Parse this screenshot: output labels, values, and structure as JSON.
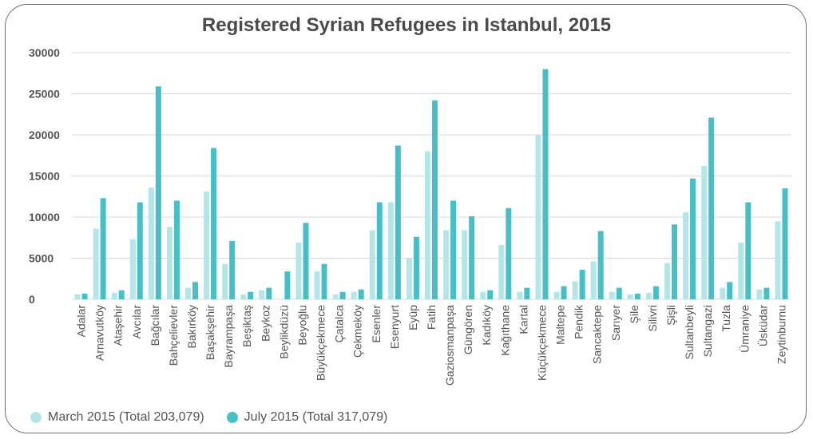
{
  "colors": {
    "march": "#b4e5e8",
    "july": "#47bfc6",
    "grid": "#d9d9d9",
    "text": "#555555"
  },
  "chart_data": {
    "type": "bar",
    "title": "Registered Syrian Refugees in Istanbul, 2015",
    "xlabel": "",
    "ylabel": "",
    "ylim": [
      0,
      30000
    ],
    "yticks": [
      "0",
      "5000",
      "10000",
      "15000",
      "20000",
      "25000",
      "30000"
    ],
    "grid": true,
    "legend_position": "bottom-left",
    "categories": [
      "Adalar",
      "Arnavutköy",
      "Ataşehir",
      "Avcılar",
      "Bağcılar",
      "Bahçelievler",
      "Bakırköy",
      "Başakşehir",
      "Bayrampaşa",
      "Beşiktaş",
      "Beykoz",
      "Beylikdüzü",
      "Beyoğlu",
      "Büyükçekmece",
      "Çatalca",
      "Çekmeköy",
      "Esenler",
      "Esenyurt",
      "Eyüp",
      "Fatih",
      "Gaziosmanpaşa",
      "Güngören",
      "Kadıköy",
      "Kağıthane",
      "Kartal",
      "Küçükçekmece",
      "Maltepe",
      "Pendik",
      "Sancaktepe",
      "Sarıyer",
      "Şile",
      "Silivri",
      "Şişli",
      "Sultanbeyli",
      "Sultangazi",
      "Tuzla",
      "Ümraniye",
      "Üsküdar",
      "Zeytinburnu"
    ],
    "series": [
      {
        "name": "March 2015 (Total 203,079)",
        "values": [
          600,
          8600,
          800,
          7300,
          13600,
          8800,
          1400,
          13100,
          4300,
          600,
          1100,
          0,
          6900,
          3400,
          600,
          900,
          8400,
          11800,
          5000,
          18000,
          8400,
          8400,
          900,
          6600,
          900,
          20000,
          900,
          2200,
          4600,
          900,
          600,
          800,
          4400,
          10600,
          16200,
          1400,
          6900,
          1200,
          9500
        ]
      },
      {
        "name": "July 2015 (Total 317,079)",
        "values": [
          700,
          12300,
          1100,
          11800,
          25900,
          12000,
          2100,
          18400,
          7100,
          900,
          1400,
          3400,
          9300,
          4300,
          900,
          1200,
          11800,
          18700,
          7600,
          24200,
          12000,
          10100,
          1100,
          11100,
          1400,
          28000,
          1600,
          3600,
          8300,
          1400,
          700,
          1600,
          9100,
          14700,
          22100,
          2100,
          11800,
          1400,
          13500
        ]
      }
    ]
  }
}
